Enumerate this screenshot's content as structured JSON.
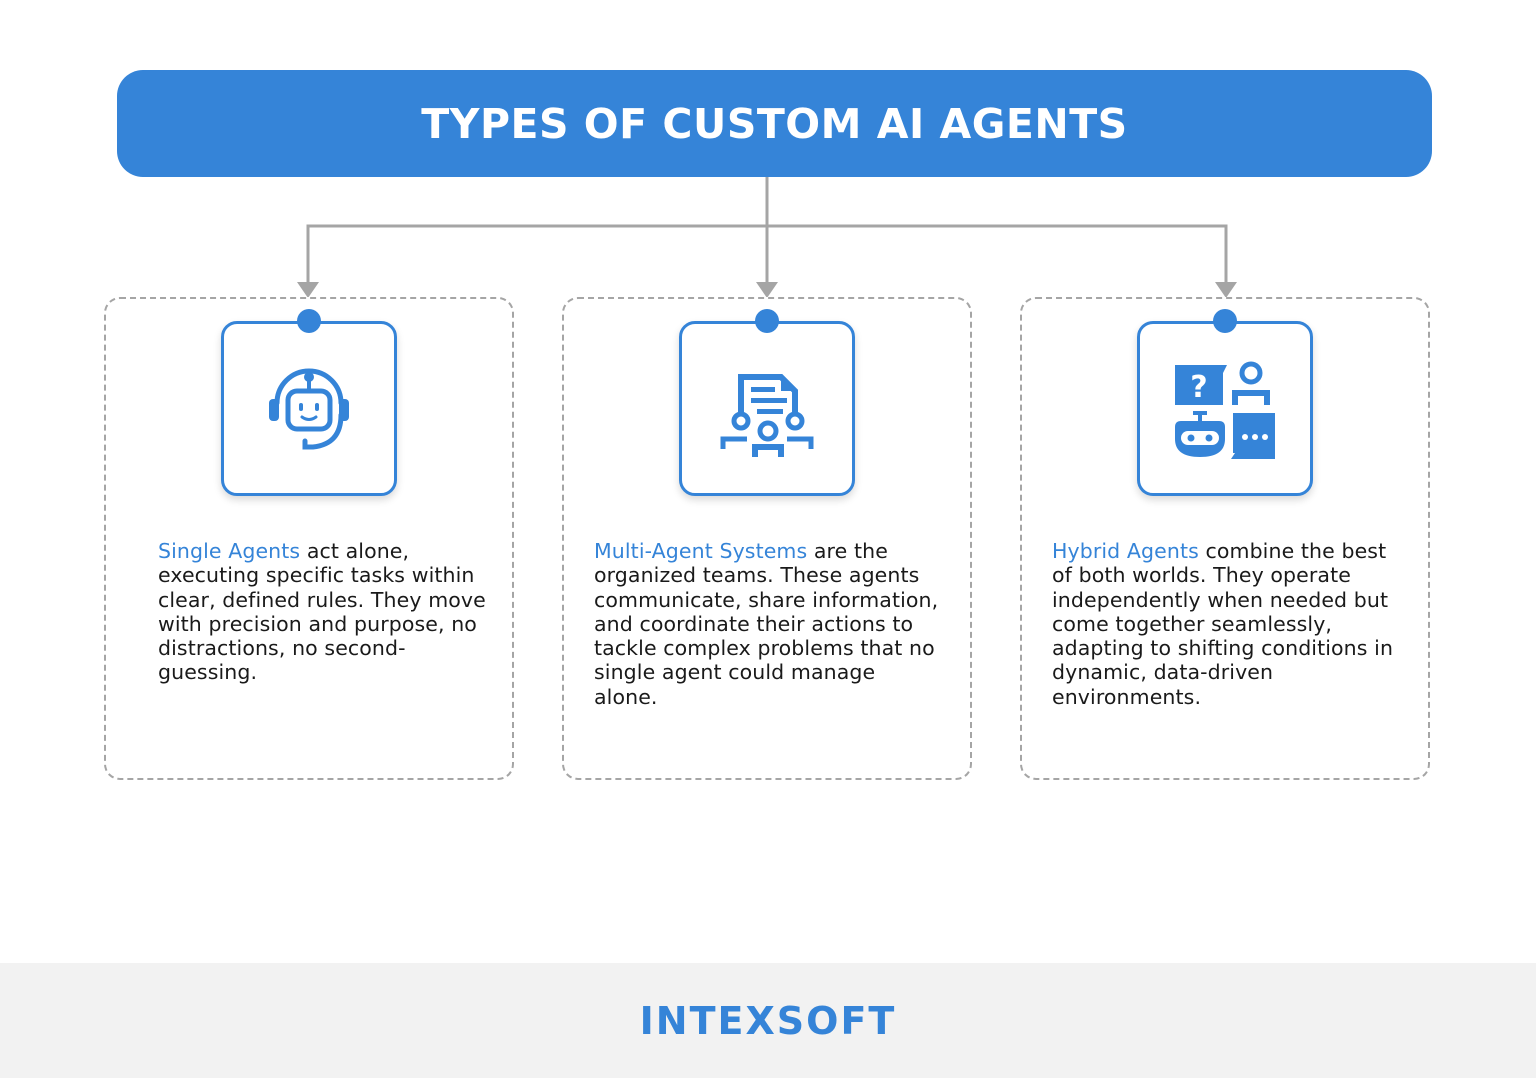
{
  "header": {
    "title": "TYPES OF CUSTOM AI AGENTS"
  },
  "colors": {
    "accent": "#3584d8",
    "connector": "#a5a5a5",
    "text": "#1a1a1a",
    "footer_bg": "#f2f2f2"
  },
  "cards": [
    {
      "icon": "robot-headset-icon",
      "highlight": "Single Agents",
      "body": " act alone, executing specific tasks within clear, defined rules. They move with precision and purpose, no distractions, no second-guessing."
    },
    {
      "icon": "multi-agent-network-icon",
      "highlight": "Multi-Agent Systems",
      "body": " are the organized teams. These agents communicate, share information, and coordinate their actions to tackle complex problems that no single agent could manage alone."
    },
    {
      "icon": "hybrid-chat-agents-icon",
      "highlight": "Hybrid Agents",
      "body": " combine the best of both worlds. They operate independently when needed but come together seamlessly, adapting to shifting conditions in dynamic, data-driven environments."
    }
  ],
  "footer": {
    "logo": "INTEXSOFT"
  }
}
